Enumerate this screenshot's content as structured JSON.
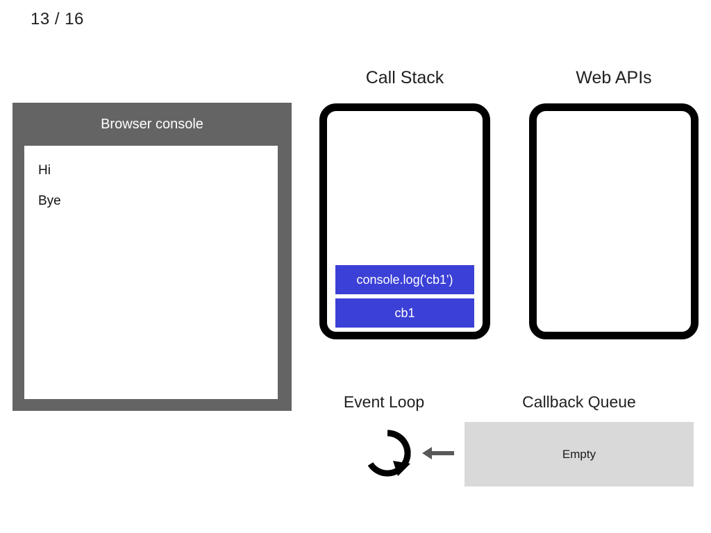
{
  "slide": {
    "counter": "13 / 16",
    "current": 13,
    "total": 16
  },
  "console": {
    "title": "Browser console",
    "lines": [
      "Hi",
      "Bye"
    ]
  },
  "call_stack": {
    "heading": "Call Stack",
    "frames": [
      "console.log('cb1')",
      "cb1"
    ],
    "frame_color": "#3b40d6",
    "frame_text_color": "#ffffff"
  },
  "web_apis": {
    "heading": "Web APIs",
    "items": []
  },
  "event_loop": {
    "heading": "Event Loop",
    "icon": "circular-arrow-icon",
    "arrow": "left-arrow-icon",
    "arrow_color": "#595959"
  },
  "callback_queue": {
    "heading": "Callback Queue",
    "status": "Empty",
    "box_color": "#d9d9d9",
    "items": []
  },
  "colors": {
    "background": "#ffffff",
    "console_chrome": "#646464",
    "container_border": "#000000",
    "accent_blue": "#3b40d6",
    "queue_gray": "#d9d9d9",
    "text": "#1a1a1a"
  }
}
